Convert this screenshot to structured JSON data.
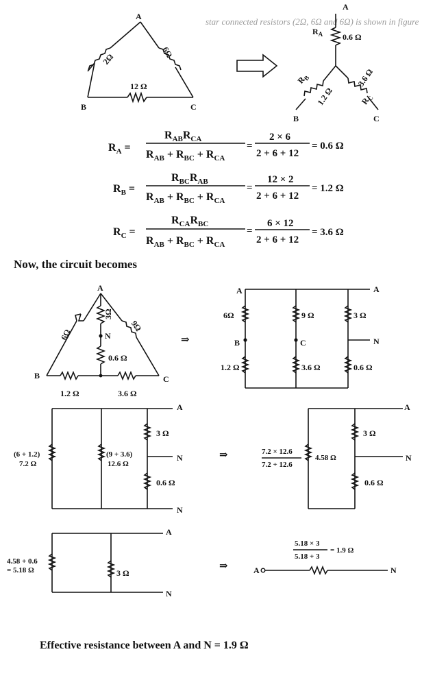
{
  "bleed_text": "star connected resistors (2Ω, 6Ω and 6Ω) is shown in figure",
  "delta": {
    "node_a": "A",
    "node_b": "B",
    "node_c": "C",
    "r_ab": "2Ω",
    "r_ca": "6Ω",
    "r_bc": "12 Ω"
  },
  "star": {
    "node_a": "A",
    "node_b": "B",
    "node_c": "C",
    "ra_label": "R",
    "ra_sub": "A",
    "ra_value": "0.6 Ω",
    "rb_label": "R",
    "rb_sub": "B",
    "rb_value": "1.2 Ω",
    "rc_label": "R",
    "rc_sub": "C",
    "rc_value": "3.6 Ω"
  },
  "formulas": [
    {
      "lhs": "R",
      "lhs_sub": "A",
      "num1": "R",
      "num1_sub": "AB",
      "num2": "R",
      "num2_sub": "CA",
      "den": "R",
      "den_sub1": "AB",
      "den_mid": " + R",
      "den_sub2": "BC",
      "den_mid2": " + R",
      "den_sub3": "CA",
      "num_val": "2 × 6",
      "den_val": "2 + 6 + 12",
      "result": "= 0.6 Ω"
    },
    {
      "lhs": "R",
      "lhs_sub": "B",
      "num1": "R",
      "num1_sub": "BC",
      "num2": "R",
      "num2_sub": "AB",
      "den": "R",
      "den_sub1": "AB",
      "den_mid": " + R",
      "den_sub2": "BC",
      "den_mid2": " + R",
      "den_sub3": "CA",
      "num_val": "12 × 2",
      "den_val": "2 + 6 + 12",
      "result": "= 1.2 Ω"
    },
    {
      "lhs": "R",
      "lhs_sub": "C",
      "num1": "R",
      "num1_sub": "CA",
      "num2": "R",
      "num2_sub": "BC",
      "den": "R",
      "den_sub1": "AB",
      "den_mid": " + R",
      "den_sub2": "BC",
      "den_mid2": " + R",
      "den_sub3": "CA",
      "num_val": "6 × 12",
      "den_val": "2 + 6 + 12",
      "result": "= 3.6 Ω"
    }
  ],
  "heading": "Now, the circuit becomes",
  "circuit1": {
    "node_a": "A",
    "node_b": "B",
    "node_c": "C",
    "node_n": "N",
    "r_left": "6Ω",
    "r_mid": "3Ω",
    "r_right": "9Ω",
    "r_n": "0.6 Ω",
    "r_b": "1.2 Ω",
    "r_c": "3.6 Ω"
  },
  "circuit2": {
    "node_a": "A",
    "node_b": "B",
    "node_c": "C",
    "node_n": "N",
    "r_6": "6Ω",
    "r_12": "1.2 Ω",
    "r_9": "9 Ω",
    "r_36": "3.6 Ω",
    "r_3": "3 Ω",
    "r_06": "0.6 Ω"
  },
  "circuit3": {
    "node_a": "A",
    "node_n": "N",
    "r_left_1": "(6 + 1.2)",
    "r_left_2": "7.2 Ω",
    "r_mid_1": "(9 + 3.6)",
    "r_mid_2": "12.6 Ω",
    "r_3": "3 Ω",
    "r_06": "0.6 Ω"
  },
  "circuit4": {
    "node_a": "A",
    "node_n": "N",
    "frac_num": "7.2 × 12.6",
    "frac_den": "7.2 + 12.6",
    "frac_val": "4.58 Ω",
    "r_3": "3 Ω",
    "r_06": "0.6 Ω"
  },
  "circuit5": {
    "node_a": "A",
    "node_n": "N",
    "r_left_1": "4.58 + 0.6",
    "r_left_2": "= 5.18 Ω",
    "r_3": "3 Ω"
  },
  "circuit6": {
    "node_a": "A",
    "node_n": "N",
    "frac_num": "5.18 × 3",
    "frac_den": "5.18 + 3",
    "frac_val": "= 1.9 Ω"
  },
  "arrow_glyph": "⇒",
  "final": "Effective resistance between A and N = 1.9 Ω"
}
